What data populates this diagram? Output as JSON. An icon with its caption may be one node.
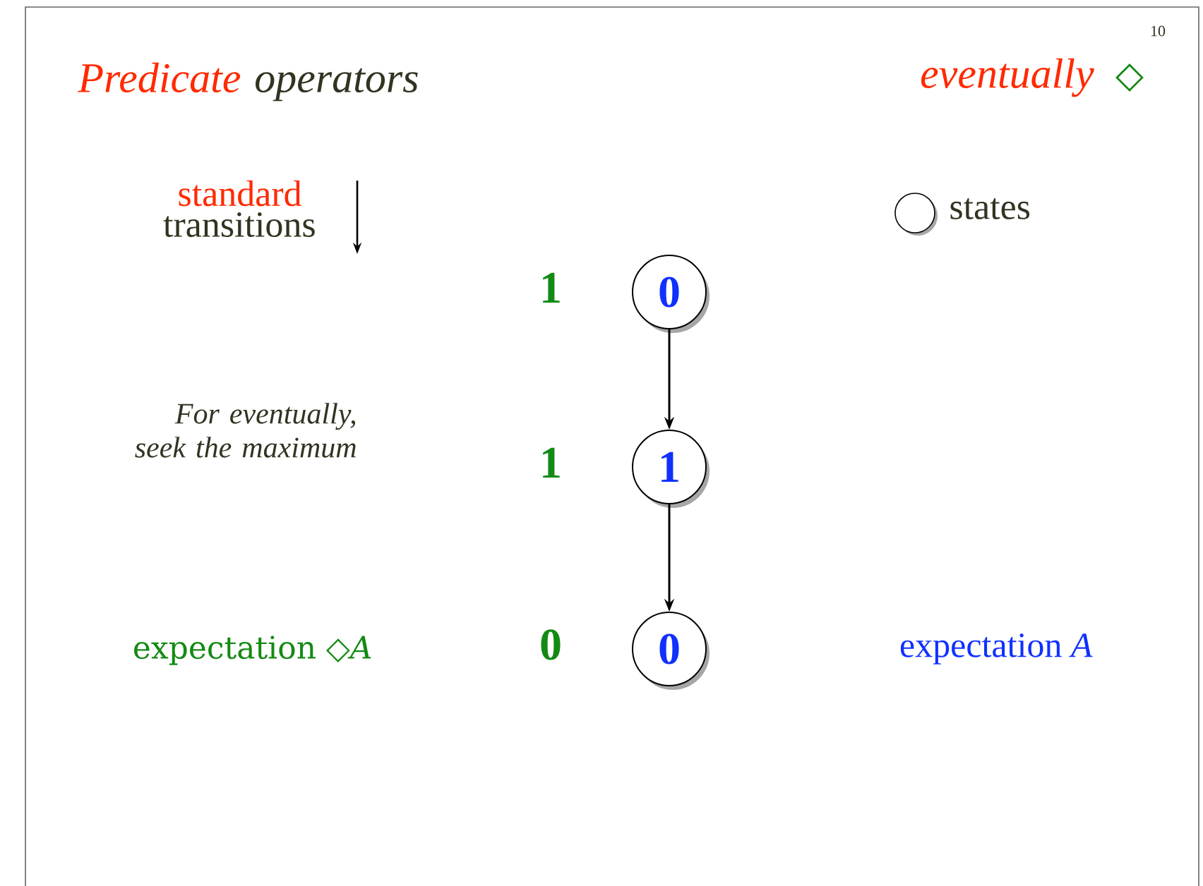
{
  "diagram": {
    "nodes": [
      {
        "text": [
          "0"
        ],
        "beside": [
          "1"
        ]
      },
      {
        "text": [
          "1"
        ],
        "beside": [
          "1"
        ]
      },
      {
        "text": [
          "0"
        ],
        "beside": [
          "0"
        ]
      }
    ],
    "edges": [
      {
        "from": 0,
        "to": 1,
        "arrow": "to"
      },
      {
        "from": 1,
        "to": 2,
        "arrow": "to"
      }
    ],
    "labels": [
      "10",
      "Predicate",
      "operators",
      "eventually",
      "◇",
      "standard",
      "For eventually, seek the maximum",
      "expectation ◇*A*",
      "expectation *A*"
    ],
    "legend": [
      {
        "text": "transitions"
      },
      {
        "text": "states"
      }
    ]
  }
}
